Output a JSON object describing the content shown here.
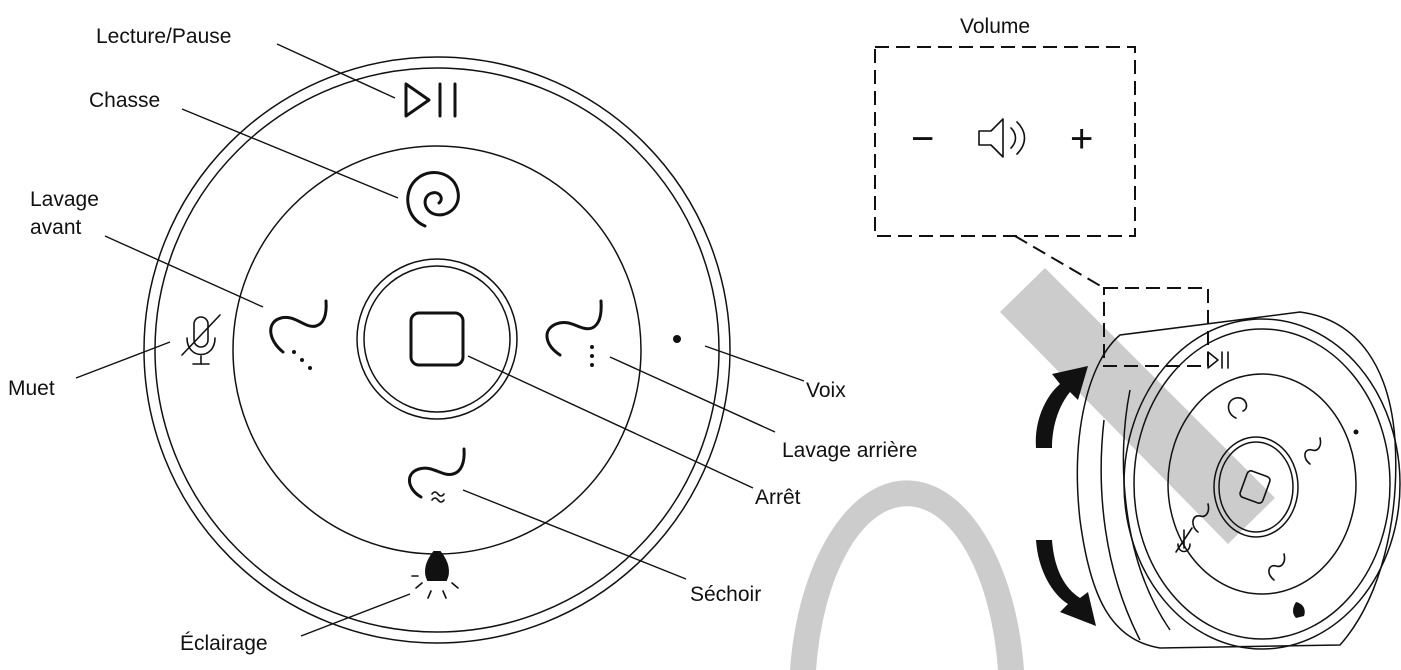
{
  "labels": {
    "play_pause": "Lecture/Pause",
    "flush": "Chasse",
    "front_wash_line1": "Lavage",
    "front_wash_line2": "avant",
    "mute": "Muet",
    "voice": "Voix",
    "rear_wash": "Lavage arrière",
    "stop": "Arrêt",
    "dryer": "Séchoir",
    "lighting": "Éclairage",
    "volume": "Volume"
  },
  "volume_panel": {
    "minus": "−",
    "plus": "+"
  },
  "icons": [
    "play-pause-icon",
    "flush-spiral-icon",
    "front-wash-icon",
    "rear-wash-icon",
    "stop-square-icon",
    "dryer-icon",
    "light-icon",
    "mic-muted-icon",
    "voice-dot-icon",
    "speaker-icon",
    "rotate-arrow-icon"
  ],
  "colors": {
    "ink": "#111111",
    "watermark": "#cccccc"
  }
}
